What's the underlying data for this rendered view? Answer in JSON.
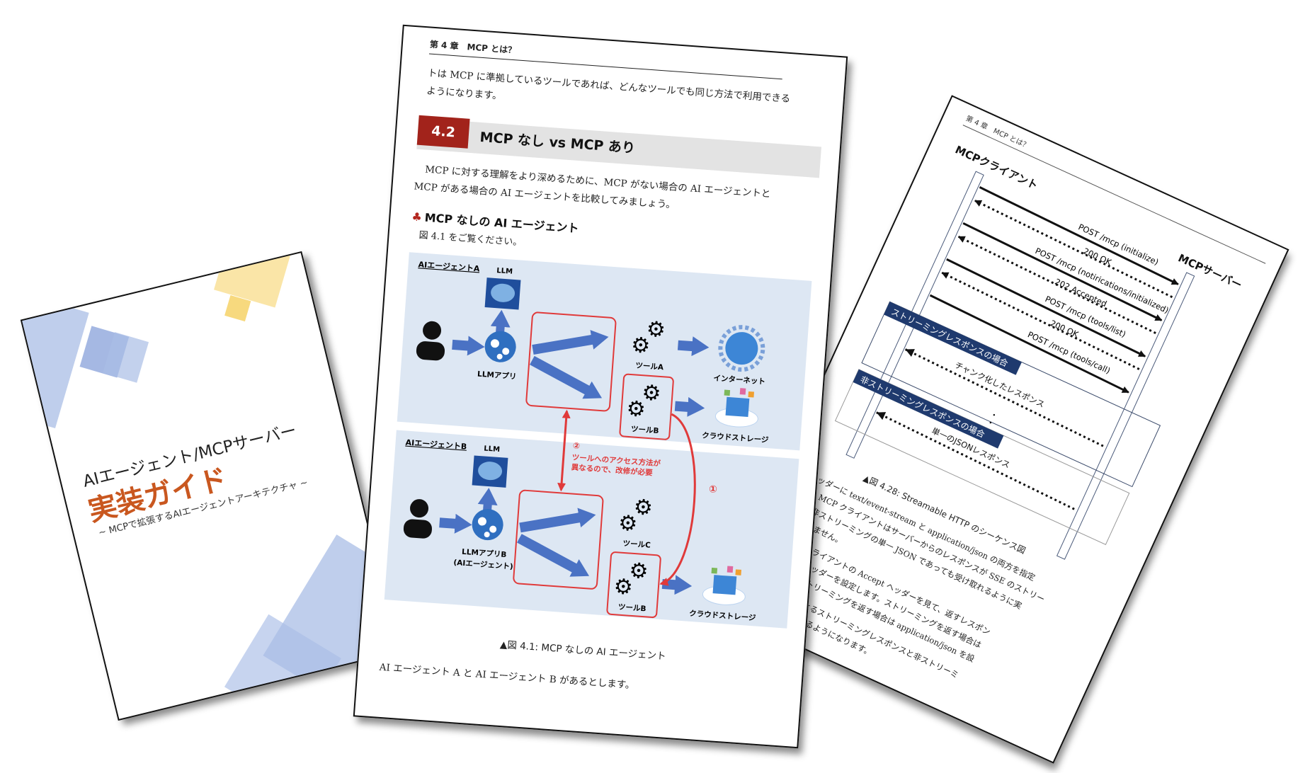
{
  "cover": {
    "title_line1": "AIエージェント/MCPサーバー",
    "title_main": "実装ガイド",
    "subtitle": "~ MCPで拡張するAIエージェントアーキテクチャ ~",
    "accent_color": "#c9571f",
    "shape_colors": {
      "blue": "#a9bde6",
      "yellow": "#f8dc8a"
    }
  },
  "middle_page": {
    "running_header": "第 4 章　MCP とは？",
    "intro_line1": "トは MCP に準拠しているツールであれば、どんなツールでも同じ方法で利用できる",
    "intro_line2": "ようになります。",
    "section_number": "4.2",
    "section_title": "MCP なし vs MCP あり",
    "section_color": "#a2231b",
    "para_line1": "MCP に対する理解をより深めるために、MCP がない場合の AI エージェントと",
    "para_line2": "MCP がある場合の AI エージェントを比較してみましょう。",
    "subheading_icon": "club-icon",
    "subheading": "MCP なしの AI エージェント",
    "figure_ref": "図 4.1 をご覧ください。",
    "diagram": {
      "agent_a": {
        "label": "AIエージェントA",
        "llm": "LLM",
        "app": "LLMアプリ",
        "tool_top": "ツールA",
        "tool_bottom": "ツールB",
        "internet": "インターネット",
        "cloud": "クラウドストレージ"
      },
      "agent_b": {
        "label": "AIエージェントB",
        "llm": "LLM",
        "app": "LLMアプリB",
        "app_sub": "(AIエージェント)",
        "tool_top": "ツールC",
        "tool_bottom": "ツールB",
        "cloud": "クラウドストレージ"
      },
      "marker_2": "②",
      "note_line1": "ツールへのアクセス方法が",
      "note_line2": "異なるので、改修が必要",
      "marker_1": "①",
      "colors": {
        "panel": "#dde7f3",
        "arrow": "#4a72c4",
        "highlight": "#e03a3a"
      }
    },
    "caption": "▲図 4.1: MCP なしの AI エージェント",
    "closing": "AI エージェント A と AI エージェント B があるとします。"
  },
  "right_page": {
    "running_header": "第 4 章　MCP とは？",
    "client_label": "MCPクライアント",
    "server_label": "MCPサーバー",
    "messages": [
      {
        "text": "POST /mcp (initialize)",
        "kind": "request"
      },
      {
        "text": "200 OK",
        "kind": "response"
      },
      {
        "text": "POST /mcp (notirications/initialized)",
        "kind": "request"
      },
      {
        "text": "202 Accepted",
        "kind": "response"
      },
      {
        "text": "POST /mcp (tools/list)",
        "kind": "request"
      },
      {
        "text": "200 OK",
        "kind": "response"
      },
      {
        "text": "POST /mcp (tools/call)",
        "kind": "request"
      }
    ],
    "streaming_box": "ストリーミングレスポンスの場合",
    "streaming_response": "チャンク化したレスポンス",
    "ellipsis": "・・",
    "nonstreaming_box": "非ストリーミングレスポンスの場合",
    "nonstreaming_response": "単一のJSONレスポンス",
    "box_color": "#1f3a6e",
    "caption": "▲図 4.28: Streamable HTTP のシーケンス図",
    "body_lines": [
      "ept ヘッダーに text/event-stream と application/json の両方を指定",
      "つまり、MCP クライアントはサーバーからのレスポンスが SSE のストリー",
      "っても、非ストリーミングの単一 JSON であっても受け取れるように実",
      "ければなりません。",
      "サーバーはクライアントの Accept ヘッダーを見て、返すレスポン",
      "ntent-Type ヘッダーを設定します。ストリーミングを返す場合は",
      "ream を、非ストリーミングを返す場合は application/json を設",
      "ーバーは SSE によるストリーミングレスポンスと非ストリーミ",
      "方を柔軟に選択できるようになります。"
    ]
  }
}
